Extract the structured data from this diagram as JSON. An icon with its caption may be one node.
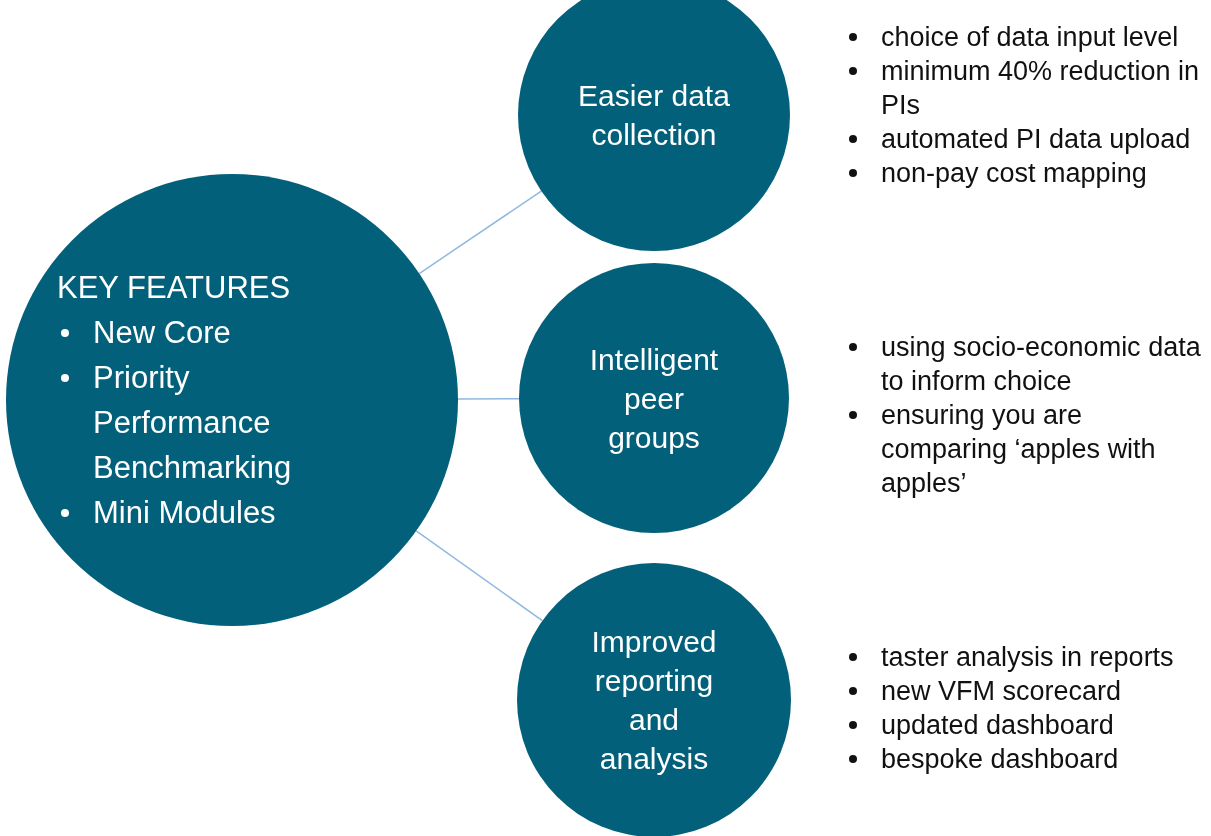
{
  "diagram": {
    "nodes": [
      {
        "text": [
          "KEY FEATURES",
          "New Core",
          "Priority Performance Benchmarking",
          "Mini Modules"
        ]
      },
      {
        "text": [
          "Easier data collection"
        ],
        "beside": [
          "choice of data input level",
          "minimum 40% reduction in PIs",
          "automated PI data upload",
          "non-pay cost mapping"
        ]
      },
      {
        "text": [
          "Intelligent peer groups"
        ],
        "beside": [
          "using socio-economic data to inform choice",
          "ensuring you are comparing ‘apples with apples’"
        ]
      },
      {
        "text": [
          "Improved reporting and analysis"
        ],
        "beside": [
          "taster analysis in reports",
          "new VFM scorecard",
          "updated dashboard",
          "bespoke dashboard"
        ]
      }
    ],
    "edges": [
      {
        "from": 0,
        "to": 1,
        "arrow": "none"
      },
      {
        "from": 0,
        "to": 2,
        "arrow": "none"
      },
      {
        "from": 0,
        "to": 3,
        "arrow": "none"
      }
    ]
  }
}
